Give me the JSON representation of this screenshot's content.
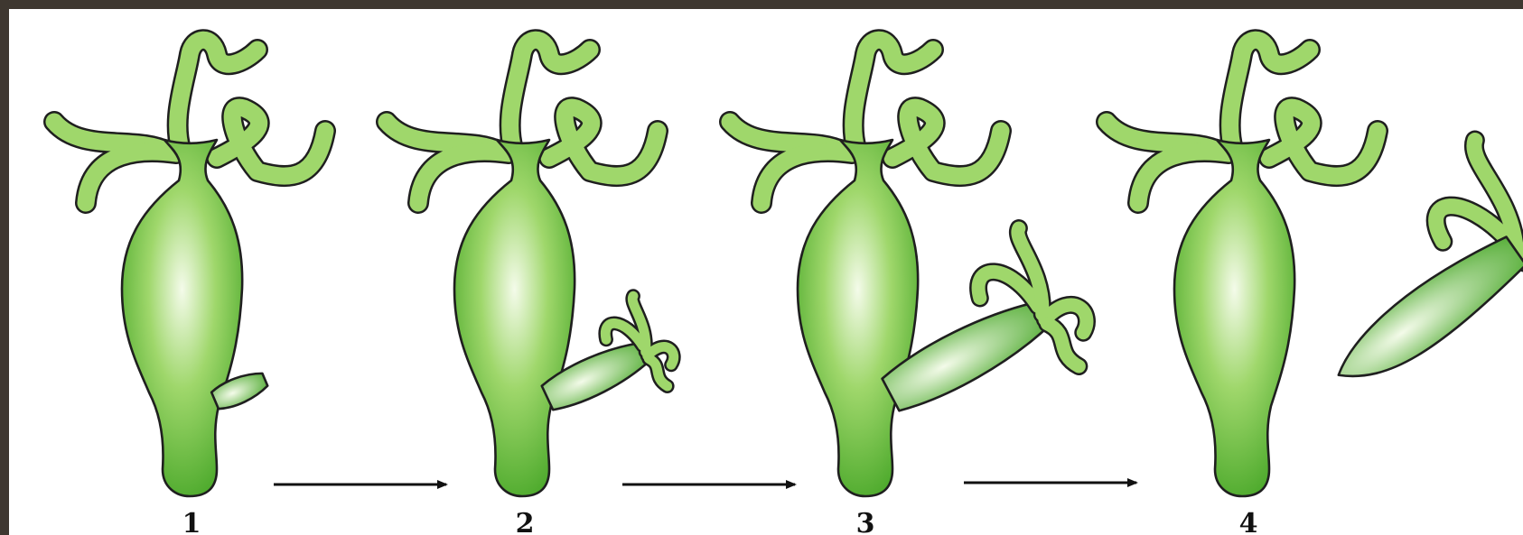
{
  "colors": {
    "background": "#ffffff",
    "frame": "#3e3730",
    "body_light": "#f4fbea",
    "body_mid": "#9fd76b",
    "body_dark": "#4aa82a",
    "outline": "#1f1f1f",
    "arrow": "#111111"
  },
  "stages": [
    {
      "label": "1",
      "bud_growth": 0.1
    },
    {
      "label": "2",
      "bud_growth": 0.4
    },
    {
      "label": "3",
      "bud_growth": 0.75
    },
    {
      "label": "4",
      "bud_growth": 1.0
    }
  ],
  "arrows": [
    {
      "from": "1",
      "to": "2"
    },
    {
      "from": "2",
      "to": "3"
    },
    {
      "from": "3",
      "to": "4"
    }
  ]
}
